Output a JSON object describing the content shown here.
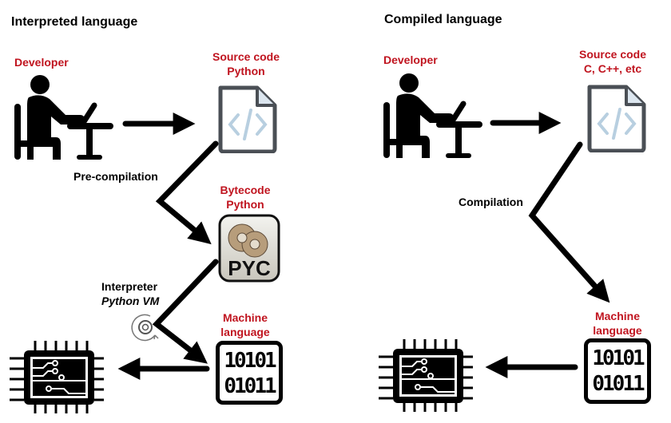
{
  "interpreted": {
    "title": "Interpreted language",
    "developer_label": "Developer",
    "source_label_line1": "Source code",
    "source_label_line2": "Python",
    "precompile_label": "Pre-compilation",
    "bytecode_label_line1": "Bytecode",
    "bytecode_label_line2": "Python",
    "bytecode_icon_text": "PYC",
    "interpreter_label_line1": "Interpreter",
    "interpreter_label_line2": "Python VM",
    "machine_label_line1": "Machine",
    "machine_label_line2": "language",
    "binary_row1": "10101",
    "binary_row2": "01011"
  },
  "compiled": {
    "title": "Compiled language",
    "developer_label": "Developer",
    "source_label_line1": "Source code",
    "source_label_line2": "C, C++, etc",
    "compile_label": "Compilation",
    "machine_label_line1": "Machine",
    "machine_label_line2": "language",
    "binary_row1": "10101",
    "binary_row2": "01011"
  },
  "colors": {
    "label_red": "#c0141f",
    "file_stroke": "#4a4f55",
    "code_glyph": "#b8cfe0"
  }
}
